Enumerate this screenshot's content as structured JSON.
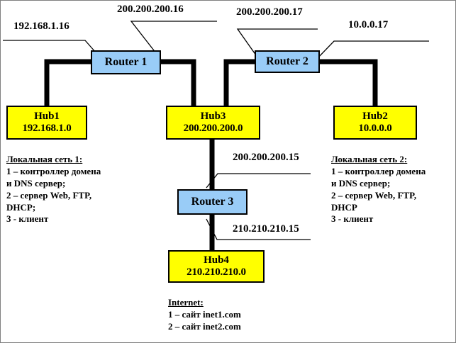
{
  "diagram": {
    "title": "Network topology diagram",
    "colors": {
      "router_fill": "#99ccf7",
      "hub_fill": "#ffff00",
      "stroke": "#000000",
      "background": "#ffffff",
      "border": "#808080"
    }
  },
  "nodes": {
    "router1": {
      "name": "Router 1"
    },
    "router2": {
      "name": "Router 2"
    },
    "router3": {
      "name": "Router 3"
    },
    "hub1": {
      "name": "Hub1",
      "network": "192.168.1.0"
    },
    "hub2": {
      "name": "Hub2",
      "network": "10.0.0.0"
    },
    "hub3": {
      "name": "Hub3",
      "network": "200.200.200.0"
    },
    "hub4": {
      "name": "Hub4",
      "network": "210.210.210.0"
    }
  },
  "interface_labels": {
    "r1_left": "192.168.1.16",
    "r1_right": "200.200.200.16",
    "r2_left": "200.200.200.17",
    "r2_right": "10.0.0.17",
    "r3_top": "200.200.200.15",
    "r3_bottom": "210.210.210.15"
  },
  "notes": {
    "lan1": {
      "heading": "Локальная сеть 1:",
      "lines": [
        "1 – контроллер домена",
        "и DNS сервер;",
        "2 – сервер Web, FTP,",
        "DHCP;",
        "3 - клиент"
      ]
    },
    "lan2": {
      "heading": "Локальная сеть 2:",
      "lines": [
        "1 – контроллер домена",
        "и DNS сервер;",
        "2 – сервер Web, FTP,",
        "DHCP",
        "3 - клиент"
      ]
    },
    "internet": {
      "heading": "Internet:",
      "lines": [
        "1 – сайт inet1.com",
        "2 – сайт inet2.com"
      ]
    }
  }
}
